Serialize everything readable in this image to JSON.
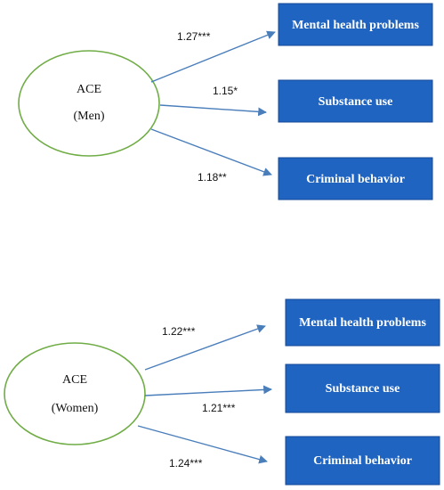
{
  "colors": {
    "ellipse_stroke": "#70ad47",
    "arrow": "#4a7ebb",
    "box_fill": "#1f64c0"
  },
  "panels": [
    {
      "group": {
        "line1": "ACE",
        "line2": "(Men)"
      },
      "paths": [
        {
          "outcome": "Mental health problems",
          "coefficient": "1.27***"
        },
        {
          "outcome": "Substance use",
          "coefficient": "1.15*"
        },
        {
          "outcome": "Criminal behavior",
          "coefficient": "1.18**"
        }
      ]
    },
    {
      "group": {
        "line1": "ACE",
        "line2": "(Women)"
      },
      "paths": [
        {
          "outcome": "Mental health problems",
          "coefficient": "1.22***"
        },
        {
          "outcome": "Substance use",
          "coefficient": "1.21***"
        },
        {
          "outcome": "Criminal behavior",
          "coefficient": "1.24***"
        }
      ]
    }
  ]
}
